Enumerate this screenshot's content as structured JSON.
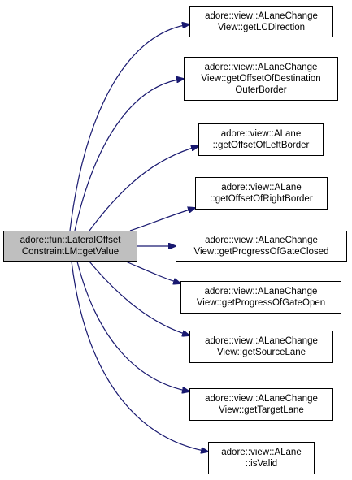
{
  "colors": {
    "edge": "#191970",
    "node_border": "#000000",
    "node_fill": "#ffffff",
    "root_fill": "#bfbfbf"
  },
  "root": {
    "lines": [
      "adore::fun::LateralOffset",
      "ConstraintLM::getValue"
    ]
  },
  "callees": [
    {
      "lines": [
        "adore::view::ALaneChange",
        "View::getLCDirection"
      ]
    },
    {
      "lines": [
        "adore::view::ALaneChange",
        "View::getOffsetOfDestination",
        "OuterBorder"
      ]
    },
    {
      "lines": [
        "adore::view::ALane",
        "::getOffsetOfLeftBorder"
      ]
    },
    {
      "lines": [
        "adore::view::ALane",
        "::getOffsetOfRightBorder"
      ]
    },
    {
      "lines": [
        "adore::view::ALaneChange",
        "View::getProgressOfGateClosed"
      ]
    },
    {
      "lines": [
        "adore::view::ALaneChange",
        "View::getProgressOfGateOpen"
      ]
    },
    {
      "lines": [
        "adore::view::ALaneChange",
        "View::getSourceLane"
      ]
    },
    {
      "lines": [
        "adore::view::ALaneChange",
        "View::getTargetLane"
      ]
    },
    {
      "lines": [
        "adore::view::ALane",
        "::isValid"
      ]
    }
  ]
}
